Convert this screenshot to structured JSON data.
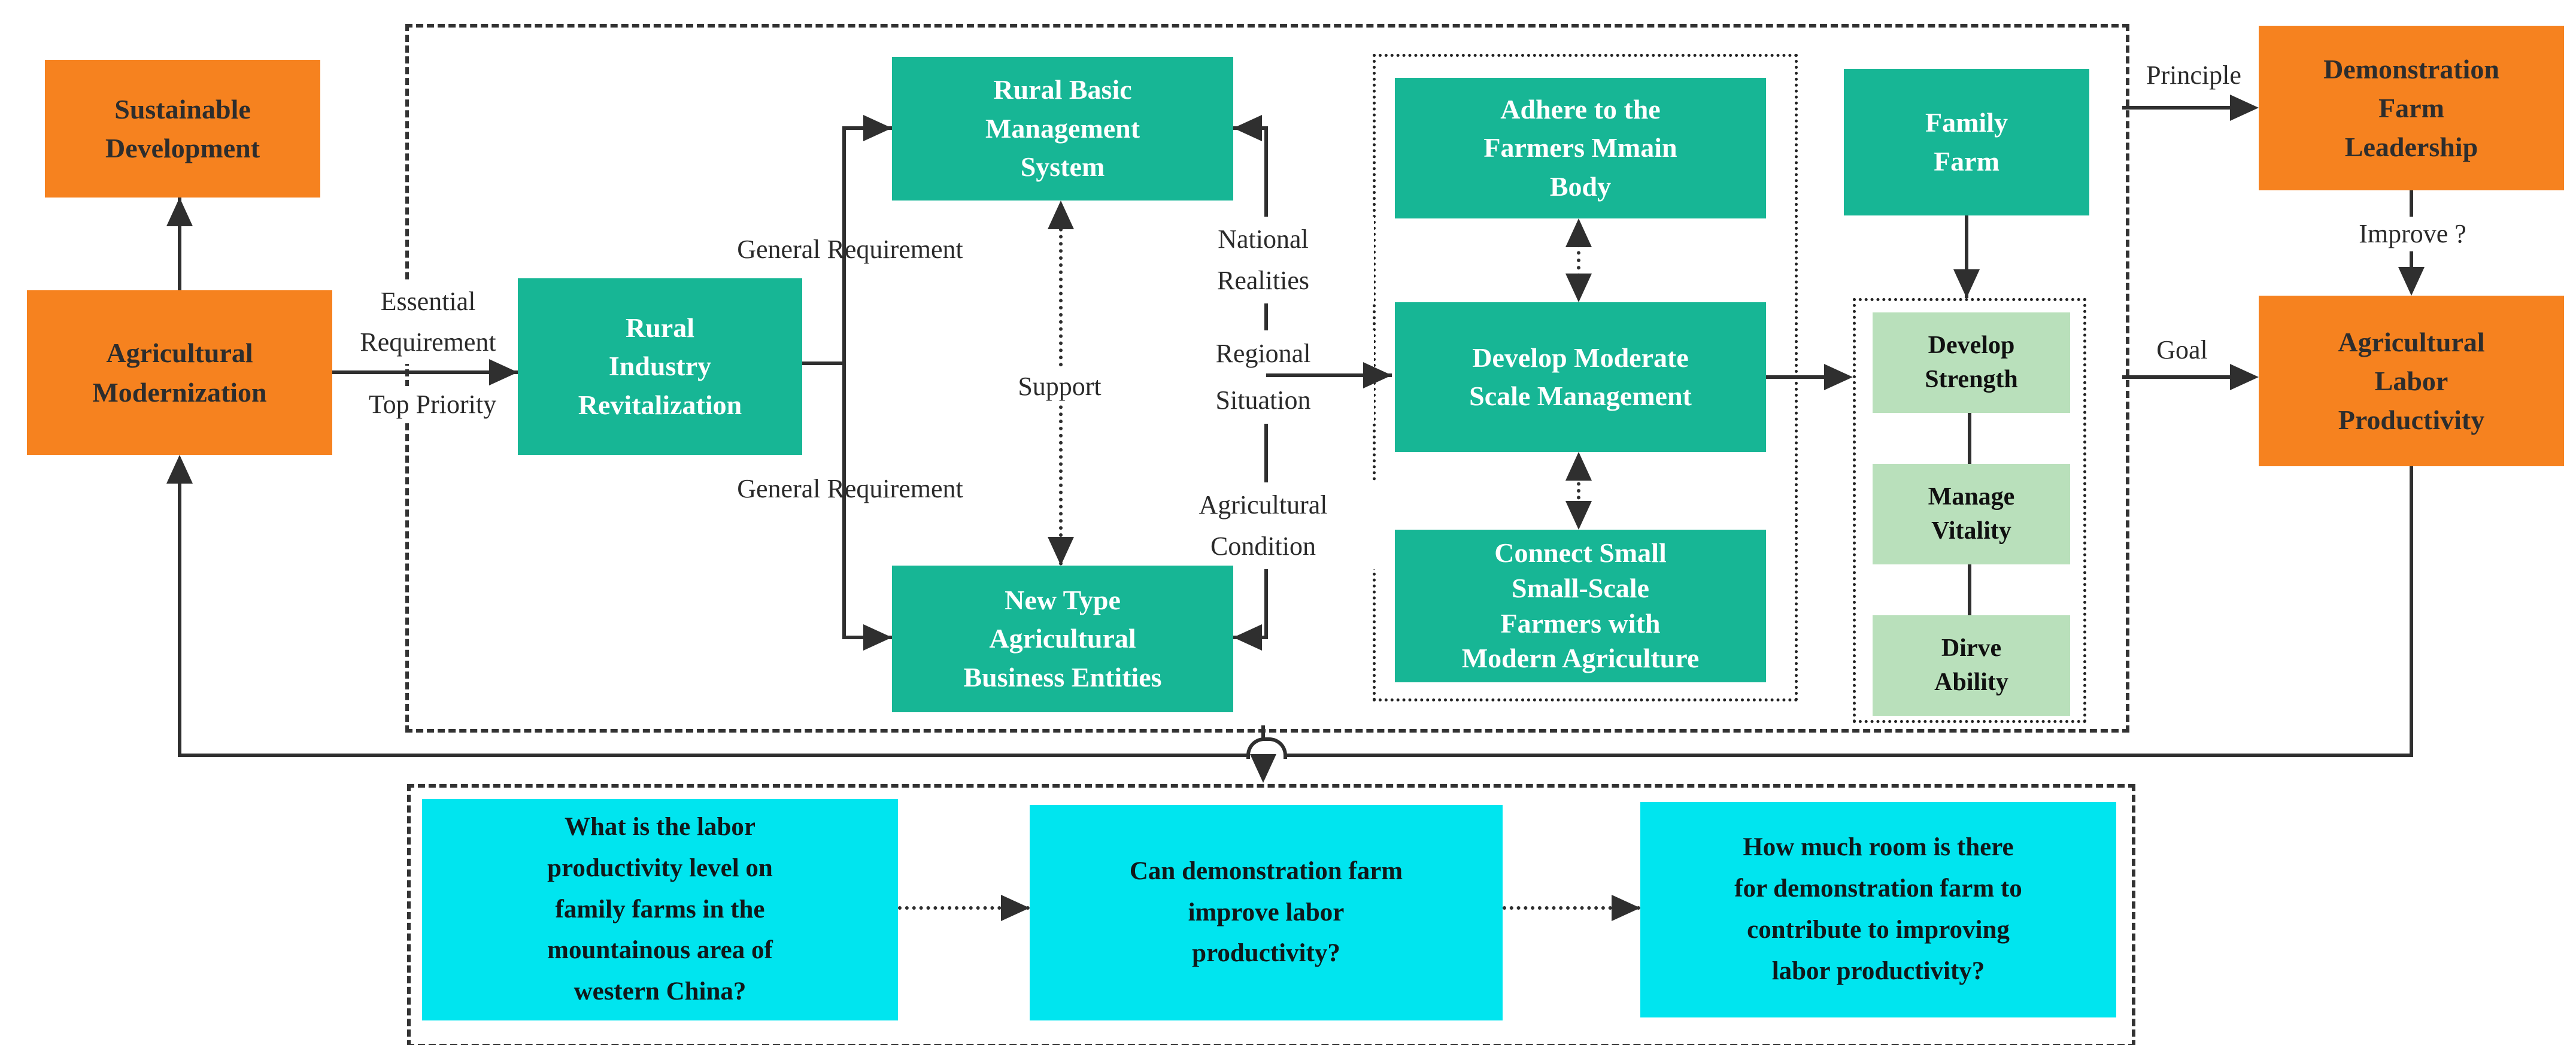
{
  "colors": {
    "orange": "#F6821F",
    "teal": "#17B695",
    "light_green": "#B9E0BB",
    "cyan": "#00E5EF",
    "line": "#2F2F2F"
  },
  "boxes": {
    "sustainable_development": "Sustainable\nDevelopment",
    "agricultural_modernization": "Agricultural\nModernization",
    "rural_industry_revitalization": "Rural\nIndustry\nRevitalization",
    "rural_basic_management_system": "Rural Basic\nManagement\nSystem",
    "new_type_agricultural_business_entities": "New Type\nAgricultural\nBusiness Entities",
    "adhere_farmers_main_body": "Adhere to the\nFarmers Mmain\nBody",
    "develop_moderate_scale_management": "Develop Moderate\nScale Management",
    "connect_small_scale_farmers": "Connect Small\nSmall-Scale\nFarmers with\nModern Agriculture",
    "family_farm": "Family\nFarm",
    "develop_strength": "Develop\nStrength",
    "manage_vitality": "Manage\nVitality",
    "dirve_ability": "Dirve\nAbility",
    "demonstration_farm_leadership": "Demonstration\nFarm\nLeadership",
    "agricultural_labor_productivity": "Agricultural\nLabor\nProductivity",
    "question_1": "What is the labor\nproductivity level on\nfamily farms in the\nmountainous area of\nwestern China?",
    "question_2": "Can demonstration farm\nimprove labor\nproductivity?",
    "question_3": "How much room is there\nfor demonstration farm to\ncontribute to improving\nlabor productivity?"
  },
  "labels": {
    "essential_requirement": "Essential\nRequirement",
    "top_priority": "Top Priority",
    "general_requirement_top": "General Requirement",
    "general_requirement_bottom": "General Requirement",
    "support": "Support",
    "national_realities": "National\nRealities",
    "regional_situation": "Regional\nSituation",
    "agricultural_condition": "Agricultural\nCondition",
    "principle": "Principle",
    "improve": "Improve ?",
    "goal": "Goal"
  }
}
